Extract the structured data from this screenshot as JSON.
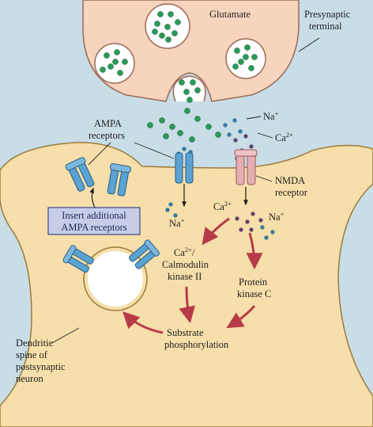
{
  "labels": {
    "glutamate": "Glutamate",
    "presynaptic_1": "Presynaptic",
    "presynaptic_2": "terminal",
    "na_plus_top": "Na",
    "ca_top": "Ca",
    "ampa_1": "AMPA",
    "ampa_2": "receptors",
    "nmda_1": "NMDA",
    "nmda_2": "receptor",
    "na_plus_left": "Na",
    "ca_mid": "Ca",
    "na_plus_right": "Na",
    "insert_box_1": "Insert additional",
    "insert_box_2": "AMPA receptors",
    "camk_1a": "Ca",
    "camk_1b": "/",
    "camk_2": "Calmodulin",
    "camk_3": "kinase II",
    "pkc_1": "Protein",
    "pkc_2": "kinase C",
    "substrate_1": "Substrate",
    "substrate_2": "phosphorylation",
    "dendritic_1": "Dendritic",
    "dendritic_2": "spine of",
    "dendritic_3": "postsynaptic",
    "dendritic_4": "neuron",
    "plus": "+",
    "two_plus": "2+"
  },
  "colors": {
    "presynaptic_fill": "#f6d4bd",
    "postsynaptic_fill": "#f6dfaa",
    "cleft": "#c9dde6",
    "glutamate": "#2a9a57",
    "sodium": "#2f7fb5",
    "calcium": "#6d3a7a",
    "ampa": "#5aa2d2",
    "nmda": "#e4aeb3",
    "arrow": "#b73a48",
    "box_fill": "#c7cde6",
    "box_stroke": "#3b4a86"
  }
}
